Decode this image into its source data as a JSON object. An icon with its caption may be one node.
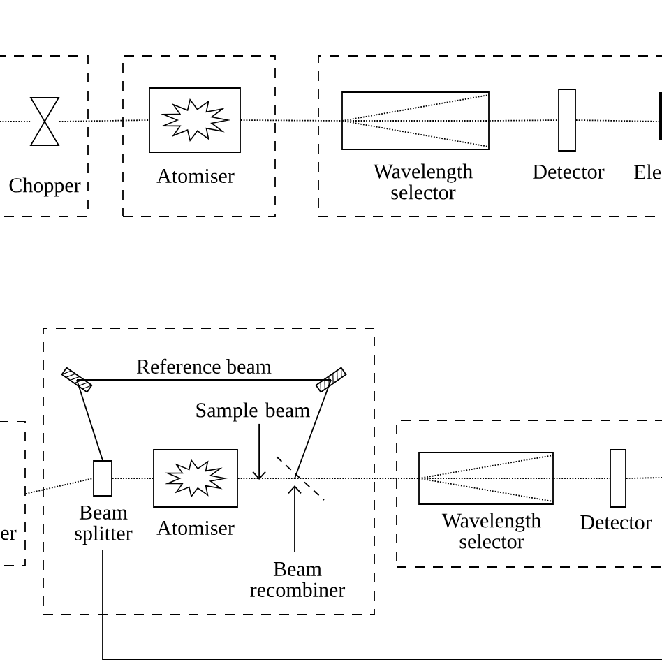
{
  "diagram": {
    "nodes": [
      {
        "text": [],
        "shape": "box"
      },
      {
        "text": [
          "Chopper"
        ],
        "in": 0
      },
      {
        "text": [],
        "shape": "box"
      },
      {
        "text": [
          "Atomiser"
        ],
        "in": 2
      },
      {
        "text": [],
        "shape": "box"
      },
      {
        "text": [
          "Wavelength selector"
        ],
        "in": 4
      },
      {
        "text": [
          "Detector"
        ],
        "in": 4
      },
      {
        "text": [
          "er"
        ]
      },
      {
        "text": [],
        "shape": "box"
      },
      {
        "text": [],
        "shape": "mirror",
        "in": 8
      },
      {
        "text": [],
        "shape": "mirror",
        "in": 8
      },
      {
        "text": [
          "Sample beam"
        ],
        "in": 8
      },
      {
        "text": [
          "Beam splitter"
        ],
        "in": 8
      },
      {
        "text": [
          "Atomiser"
        ],
        "in": 8
      },
      {
        "text": [],
        "shape": "mirror",
        "in": 8
      },
      {
        "text": [
          "Beam recombiner"
        ],
        "in": 8
      },
      {
        "text": [],
        "shape": "box"
      },
      {
        "text": [
          "Wavelength selector"
        ],
        "in": 16
      },
      {
        "text": [
          "Detector"
        ],
        "in": 16
      }
    ],
    "edges": [
      {
        "from": null,
        "to": 1,
        "arrow": "none",
        "style": "dashed"
      },
      {
        "from": 1,
        "to": 3,
        "arrow": "none",
        "style": "dashed"
      },
      {
        "from": 3,
        "to": 5,
        "arrow": "none",
        "style": "dashed"
      },
      {
        "from": 5,
        "to": 6,
        "arrow": "none",
        "style": "dashed"
      },
      {
        "from": 6,
        "to": null,
        "arrow": "none",
        "style": "dashed"
      },
      {
        "from": 7,
        "to": 12,
        "arrow": "none",
        "style": "dashed"
      },
      {
        "from": 12,
        "to": 9,
        "arrow": "none"
      },
      {
        "from": 9,
        "to": 10,
        "arrow": "none",
        "label": "Reference beam"
      },
      {
        "from": 10,
        "to": 14,
        "arrow": "none"
      },
      {
        "from": 12,
        "to": 13,
        "arrow": "none",
        "style": "dashed"
      },
      {
        "from": 13,
        "to": 14,
        "arrow": "none",
        "style": "dashed"
      },
      {
        "from": 14,
        "to": 17,
        "arrow": "none",
        "style": "dashed"
      },
      {
        "from": 17,
        "to": 18,
        "arrow": "none",
        "style": "dashed"
      },
      {
        "from": 18,
        "to": null,
        "arrow": "none",
        "style": "dashed"
      },
      {
        "from": 11,
        "to": 14,
        "arrow": "to"
      },
      {
        "from": 15,
        "to": 14,
        "arrow": "to"
      },
      {
        "from": 12,
        "to": null,
        "arrow": "none"
      }
    ],
    "labels": [
      "Ele"
    ]
  }
}
